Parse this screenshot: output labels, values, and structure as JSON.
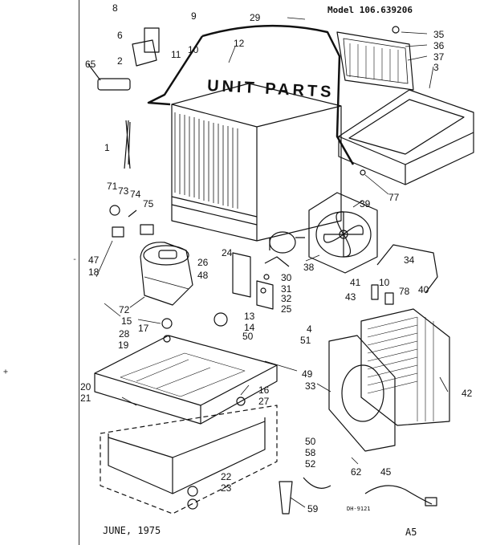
{
  "model_label": "Model 106.639206",
  "diagram_title": "UNIT PARTS",
  "footer": {
    "date": "JUNE, 1975",
    "page_code": "A5",
    "drawing_number": "DH-9121"
  },
  "callouts": [
    {
      "id": "c8",
      "text": "8"
    },
    {
      "id": "c9",
      "text": "9"
    },
    {
      "id": "c6",
      "text": "6"
    },
    {
      "id": "c10a",
      "text": "10"
    },
    {
      "id": "c11",
      "text": "11"
    },
    {
      "id": "c2",
      "text": "2"
    },
    {
      "id": "c65",
      "text": "65"
    },
    {
      "id": "c29",
      "text": "29"
    },
    {
      "id": "c12",
      "text": "12"
    },
    {
      "id": "c35",
      "text": "35"
    },
    {
      "id": "c36",
      "text": "36"
    },
    {
      "id": "c37",
      "text": "37"
    },
    {
      "id": "c3",
      "text": "3"
    },
    {
      "id": "c1",
      "text": "1"
    },
    {
      "id": "c77",
      "text": "77"
    },
    {
      "id": "c39",
      "text": "39"
    },
    {
      "id": "c71",
      "text": "71"
    },
    {
      "id": "c73",
      "text": "73"
    },
    {
      "id": "c74",
      "text": "74"
    },
    {
      "id": "c75",
      "text": "75"
    },
    {
      "id": "c47",
      "text": "47"
    },
    {
      "id": "c18",
      "text": "18"
    },
    {
      "id": "c72",
      "text": "72"
    },
    {
      "id": "c15",
      "text": "15"
    },
    {
      "id": "c17",
      "text": "17"
    },
    {
      "id": "c28",
      "text": "28"
    },
    {
      "id": "c19",
      "text": "19"
    },
    {
      "id": "c26",
      "text": "26"
    },
    {
      "id": "c48",
      "text": "48"
    },
    {
      "id": "c24",
      "text": "24"
    },
    {
      "id": "c30",
      "text": "30"
    },
    {
      "id": "c31",
      "text": "31"
    },
    {
      "id": "c32",
      "text": "32"
    },
    {
      "id": "c25",
      "text": "25"
    },
    {
      "id": "c13",
      "text": "13"
    },
    {
      "id": "c14",
      "text": "14"
    },
    {
      "id": "c38",
      "text": "38"
    },
    {
      "id": "c34",
      "text": "34"
    },
    {
      "id": "c41",
      "text": "41"
    },
    {
      "id": "c10b",
      "text": "10"
    },
    {
      "id": "c78",
      "text": "78"
    },
    {
      "id": "c40",
      "text": "40"
    },
    {
      "id": "c43",
      "text": "43"
    },
    {
      "id": "c4",
      "text": "4"
    },
    {
      "id": "c51",
      "text": "51"
    },
    {
      "id": "c50a",
      "text": "50"
    },
    {
      "id": "c49",
      "text": "49"
    },
    {
      "id": "c42",
      "text": "42"
    },
    {
      "id": "c20",
      "text": "20"
    },
    {
      "id": "c21",
      "text": "21"
    },
    {
      "id": "c33",
      "text": "33"
    },
    {
      "id": "c16",
      "text": "16"
    },
    {
      "id": "c27",
      "text": "27"
    },
    {
      "id": "c50b",
      "text": "50"
    },
    {
      "id": "c58",
      "text": "58"
    },
    {
      "id": "c52",
      "text": "52"
    },
    {
      "id": "c62",
      "text": "62"
    },
    {
      "id": "c45",
      "text": "45"
    },
    {
      "id": "c22",
      "text": "22"
    },
    {
      "id": "c23",
      "text": "23"
    },
    {
      "id": "c59",
      "text": "59"
    }
  ],
  "margin_marks": {
    "top": "-",
    "bottom": "+"
  },
  "colors": {
    "ink": "#111111",
    "paper": "#ffffff"
  }
}
